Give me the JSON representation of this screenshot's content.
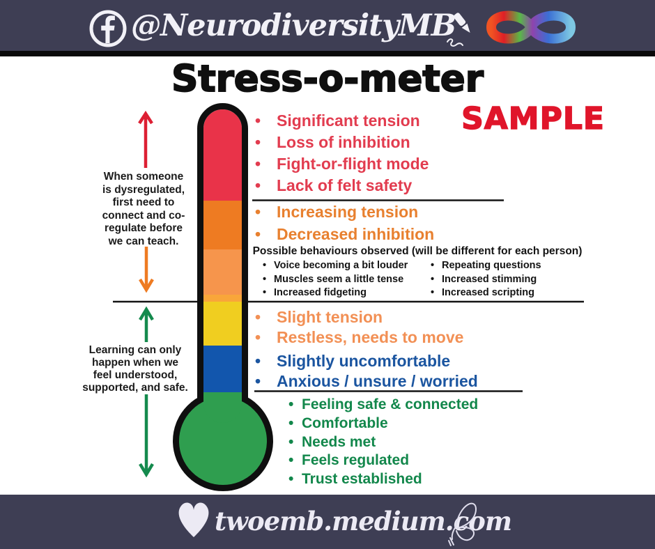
{
  "colors": {
    "banner_bg": "#3e3e54",
    "divider_black": "#0a0a0a",
    "line_black": "#141414",
    "thermo_outline": "#0f0f0f",
    "thermo_red": "#e93349",
    "thermo_orange_dark": "#ee7b22",
    "thermo_orange_mid": "#f6954c",
    "thermo_orange_band": "#f9a63a",
    "thermo_yellow": "#f0ce20",
    "thermo_blue": "#1256ad",
    "thermo_green": "#2f9e4f",
    "arrow_red": "#dd1f33",
    "arrow_orange": "#ee7b22",
    "arrow_green": "#148a4d",
    "sample_red": "#e0152a",
    "red_text": "#e23c4f",
    "orange_text": "#e8802f",
    "light_orange_text": "#f29055",
    "blue_text": "#1b55a0",
    "green_text": "#12874b",
    "icon_white": "#f2f1f7"
  },
  "header": {
    "handle": "@NeurodiversityMB",
    "facebook_icon": "facebook-circle-f",
    "pen_icon": "fountain-pen",
    "infinity_icon": "rainbow-infinity"
  },
  "title": "Stress-o-meter",
  "sample_label": "SAMPLE",
  "annotations": {
    "dysregulated": "When someone\nis dysregulated,\nfirst need to\nconnect and co-\nregulate before\nwe can teach.",
    "learning": "Learning can only\nhappen when we\nfeel understood,\nsupported, and safe."
  },
  "sections": {
    "red": {
      "color": "#e23c4f",
      "items": [
        "Significant tension",
        "Loss of inhibition",
        "Fight-or-flight mode",
        "Lack of felt safety"
      ]
    },
    "orange": {
      "color": "#e8802f",
      "items": [
        "Increasing tension",
        "Decreased inhibition"
      ]
    },
    "behaviours": {
      "heading": "Possible behaviours observed (will be different for each person)",
      "col1": [
        "Voice becoming a bit louder",
        "Muscles seem a little tense",
        "Increased fidgeting"
      ],
      "col2": [
        "Repeating questions",
        "Increased stimming",
        "Increased scripting"
      ]
    },
    "light_orange": {
      "color": "#f29055",
      "items": [
        "Slight tension",
        "Restless, needs to move"
      ]
    },
    "blue": {
      "color": "#1b55a0",
      "items": [
        "Slightly uncomfortable",
        "Anxious / unsure / worried"
      ]
    },
    "green": {
      "color": "#12874b",
      "items": [
        "Feeling safe & connected",
        "Comfortable",
        "Needs met",
        "Feels regulated",
        "Trust established"
      ]
    }
  },
  "footer": {
    "url": "twoemb.medium.com",
    "heart_icon": "heart",
    "butterfly_icon": "butterfly"
  }
}
